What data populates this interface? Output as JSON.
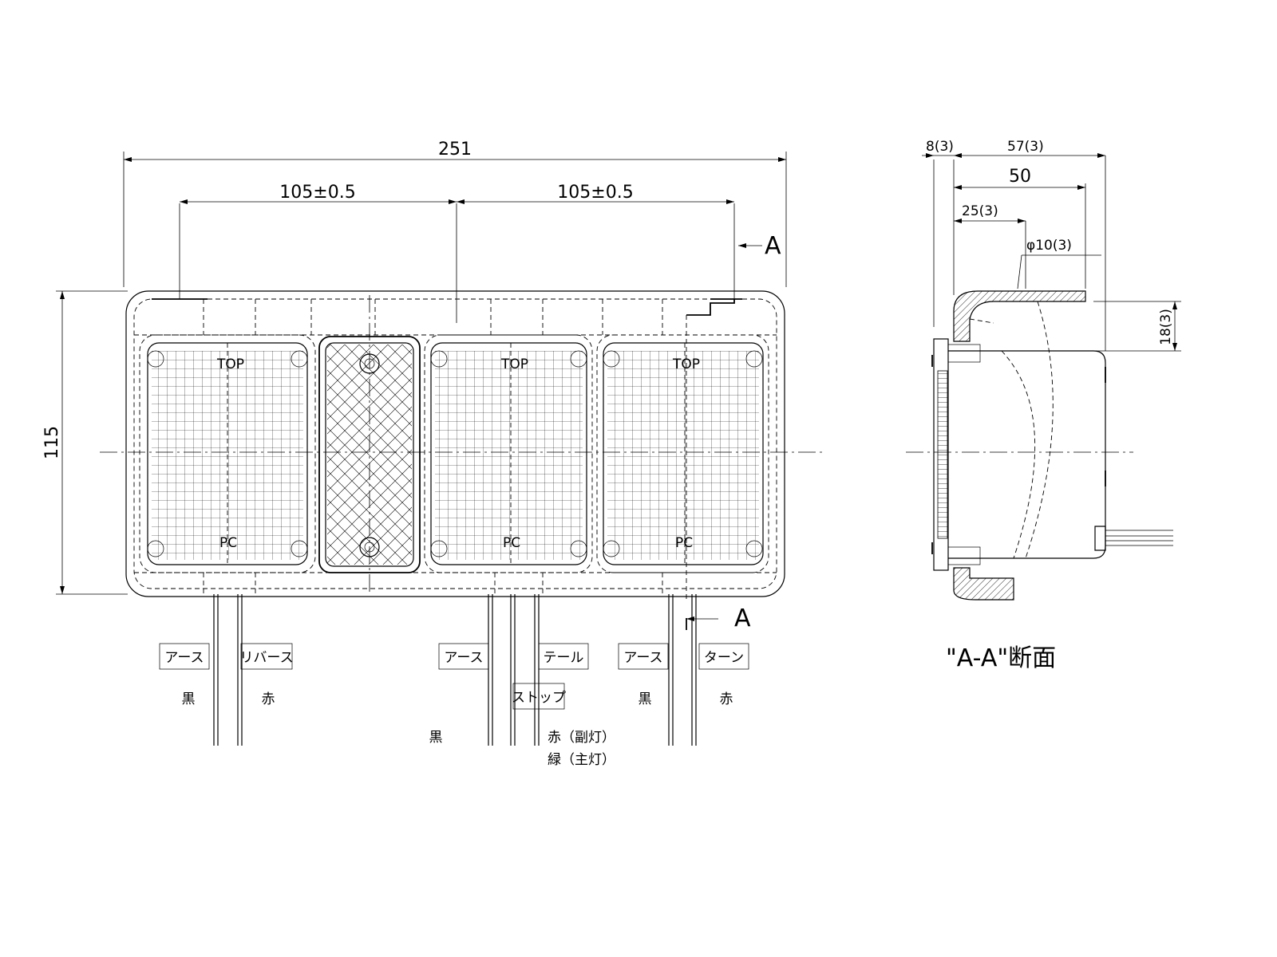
{
  "front_view": {
    "dims": {
      "overall_width": "251",
      "pitch_left": "105±0.5",
      "pitch_right": "105±0.5",
      "height": "115"
    },
    "section_marker": "A",
    "lamp_labels": {
      "top": "TOP",
      "pc": "PC"
    },
    "wires": [
      {
        "box": "アース",
        "color": "黒"
      },
      {
        "box": "リバース",
        "color": "赤"
      },
      {
        "box": "アース",
        "color": "黒"
      },
      {
        "box": "テール",
        "color": "赤（副灯）"
      },
      {
        "box": "ストップ",
        "color": "緑（主灯）"
      },
      {
        "box": "アース",
        "color": "黒"
      },
      {
        "box": "ターン",
        "color": "赤"
      }
    ]
  },
  "section_view": {
    "dims": {
      "flange": "8(3)",
      "depth": "57(3)",
      "body": "50",
      "boss": "25(3)",
      "hole": "φ10(3)",
      "offset": "18(3)"
    },
    "title": "\"A-A\"断面"
  },
  "colors": {
    "line": "#000000",
    "background": "#ffffff"
  }
}
